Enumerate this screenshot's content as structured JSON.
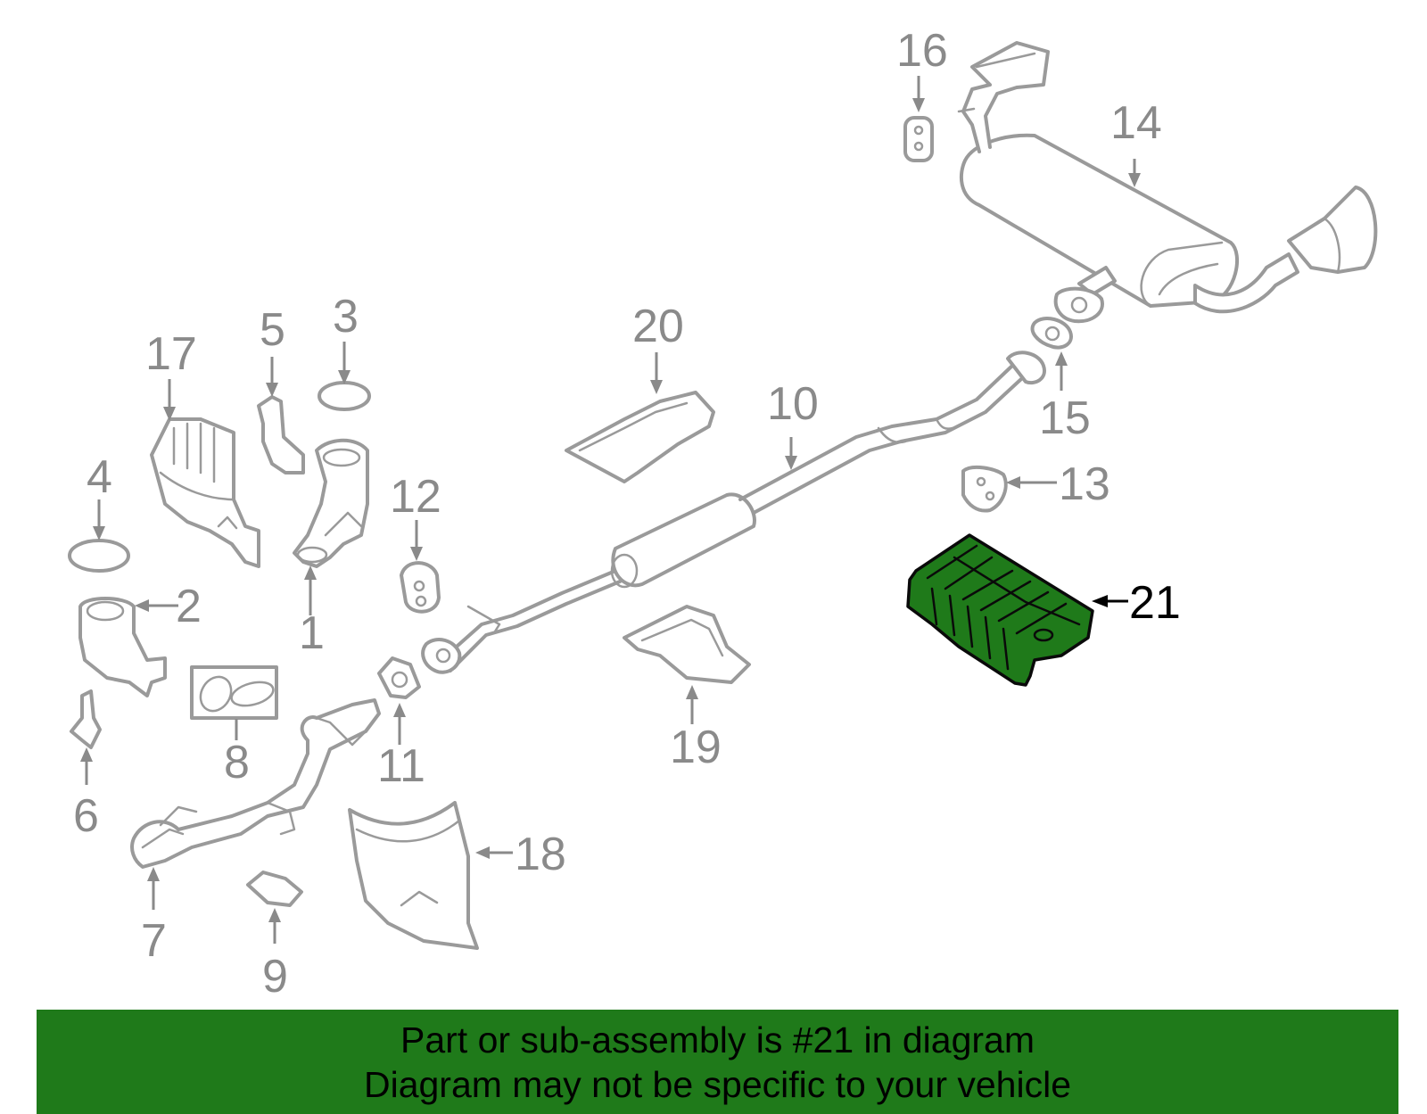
{
  "colors": {
    "highlight": "#1f7a1a",
    "parts_stroke": "#9a9a9a",
    "label_gray": "#8a8a8a",
    "banner": "#1f7a1a"
  },
  "callouts": {
    "c1": "1",
    "c2": "2",
    "c3": "3",
    "c4": "4",
    "c5": "5",
    "c6": "6",
    "c7": "7",
    "c8": "8",
    "c9": "9",
    "c10": "10",
    "c11": "11",
    "c12": "12",
    "c13": "13",
    "c14": "14",
    "c15": "15",
    "c16": "16",
    "c17": "17",
    "c18": "18",
    "c19": "19",
    "c20": "20",
    "c21": "21"
  },
  "highlighted_part": "21",
  "banner": {
    "line1": "Part or sub-assembly is #21 in diagram",
    "line2": "Diagram may not be specific to your vehicle"
  }
}
